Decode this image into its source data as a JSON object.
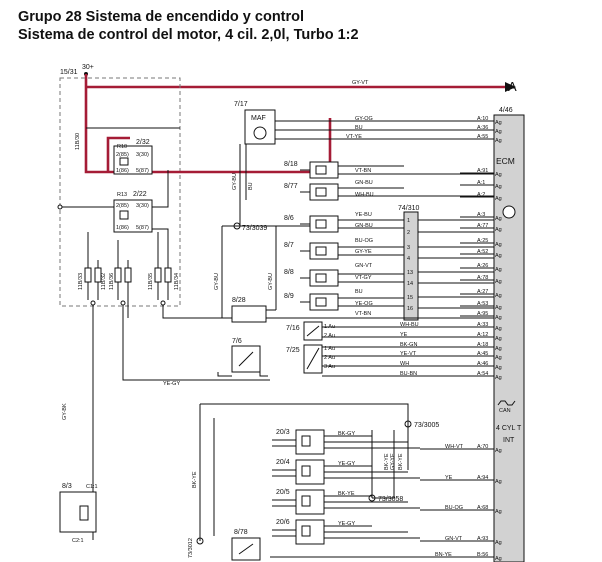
{
  "title_line1": "Grupo 28 Sistema de encendido y control",
  "title_line2": "Sistema de control del motor, 4 cil. 2,0l, Turbo 1:2",
  "arrow_label": "A",
  "supply": {
    "node": "15/31",
    "voltage": "30+",
    "top_wire": "GY-VT"
  },
  "ecm": {
    "id": "4/46",
    "label": "ECM",
    "can": "CAN",
    "cyl": "4 CYL T",
    "int": "INT"
  },
  "relays": [
    {
      "id": "R10",
      "code": "2/32",
      "p1": "2(85)",
      "p2": "3(30)",
      "p3": "1(86)",
      "p4": "5(87)"
    },
    {
      "id": "R13",
      "code": "2/22",
      "p1": "2(85)",
      "p2": "3(30)",
      "p3": "1(86)",
      "p4": "5(87)"
    }
  ],
  "fuses": [
    "11B/30",
    "11B/33",
    "11B/32",
    "11B/36",
    "11B/35",
    "11B/34"
  ],
  "maf": {
    "id": "7/17",
    "label": "MAF"
  },
  "vert_wires": [
    "GY-BU",
    "BU",
    "GY-BU",
    "GY-BU",
    "GY-YE",
    "GY-BK",
    "BK-YE"
  ],
  "splices": [
    "73/3039",
    "74/310",
    "73/3005",
    "73/3058",
    "73/3012"
  ],
  "injectors": [
    "8/18",
    "8/77",
    "8/6",
    "8/7",
    "8/8",
    "8/9"
  ],
  "canister": "8/28",
  "connectors": [
    "7/16",
    "7/25",
    "7/6",
    "8/3",
    "8/78",
    "C1:1",
    "C2:1"
  ],
  "coils": [
    "20/3",
    "20/4",
    "20/5",
    "20/6"
  ],
  "au_labels": [
    "1 Au",
    "2 Au",
    "1 Au",
    "2 Au",
    "3 Au"
  ],
  "ecm_lines": [
    {
      "wire": "GY-OG",
      "pin": "A:10"
    },
    {
      "wire": "BU",
      "pin": "A:36"
    },
    {
      "wire": "VT-YE",
      "pin": "A:55"
    },
    {
      "wire": "VT-BN",
      "pin": "A:91"
    },
    {
      "wire": "GN-BU",
      "pin": "A:1"
    },
    {
      "wire": "WH-BU",
      "pin": "A:2"
    },
    {
      "wire": "YE-BU",
      "pin": "A:3"
    },
    {
      "wire": "GN-BU",
      "pin": "A:77"
    },
    {
      "wire": "BU-OG",
      "pin": "A:25"
    },
    {
      "wire": "GY-YE",
      "pin": "A:52"
    },
    {
      "wire": "GN-VT",
      "pin": "A:26"
    },
    {
      "wire": "VT-GY",
      "pin": "A:78"
    },
    {
      "wire": "BU",
      "pin": "A:27"
    },
    {
      "wire": "YE-OG",
      "pin": "A:53"
    },
    {
      "wire": "VT-BN",
      "pin": "A:95"
    },
    {
      "wire": "WH-BU",
      "pin": "A:33"
    },
    {
      "wire": "YE",
      "pin": "A:12"
    },
    {
      "wire": "BK-GN",
      "pin": "A:18"
    },
    {
      "wire": "YE-VT",
      "pin": "A:45"
    },
    {
      "wire": "WH",
      "pin": "A:46"
    },
    {
      "wire": "BU-BN",
      "pin": "A:54"
    },
    {
      "wire": "WH-VT",
      "pin": "A:70"
    },
    {
      "wire": "YE",
      "pin": "A:94"
    },
    {
      "wire": "BU-OG",
      "pin": "A:68"
    },
    {
      "wire": "GN-VT",
      "pin": "A:93"
    },
    {
      "wire": "BN-YE",
      "pin": "B:56"
    }
  ],
  "left_wires": {
    "inj": [
      "GN-BU",
      "WH-BU",
      "YE-BU",
      "BU-OG",
      "GN-VT",
      "VT-GY",
      "VT-BN"
    ]
  },
  "connector_pins": [
    "1",
    "2",
    "3",
    "4",
    "13",
    "14",
    "15",
    "16"
  ],
  "coil_wires": [
    "BK-GY",
    "YE-GY",
    "BK-YE",
    "YE-GY"
  ],
  "misc_wires": [
    "YE-GY",
    "BK-YE",
    "BK-YE"
  ],
  "ag": "Ag"
}
